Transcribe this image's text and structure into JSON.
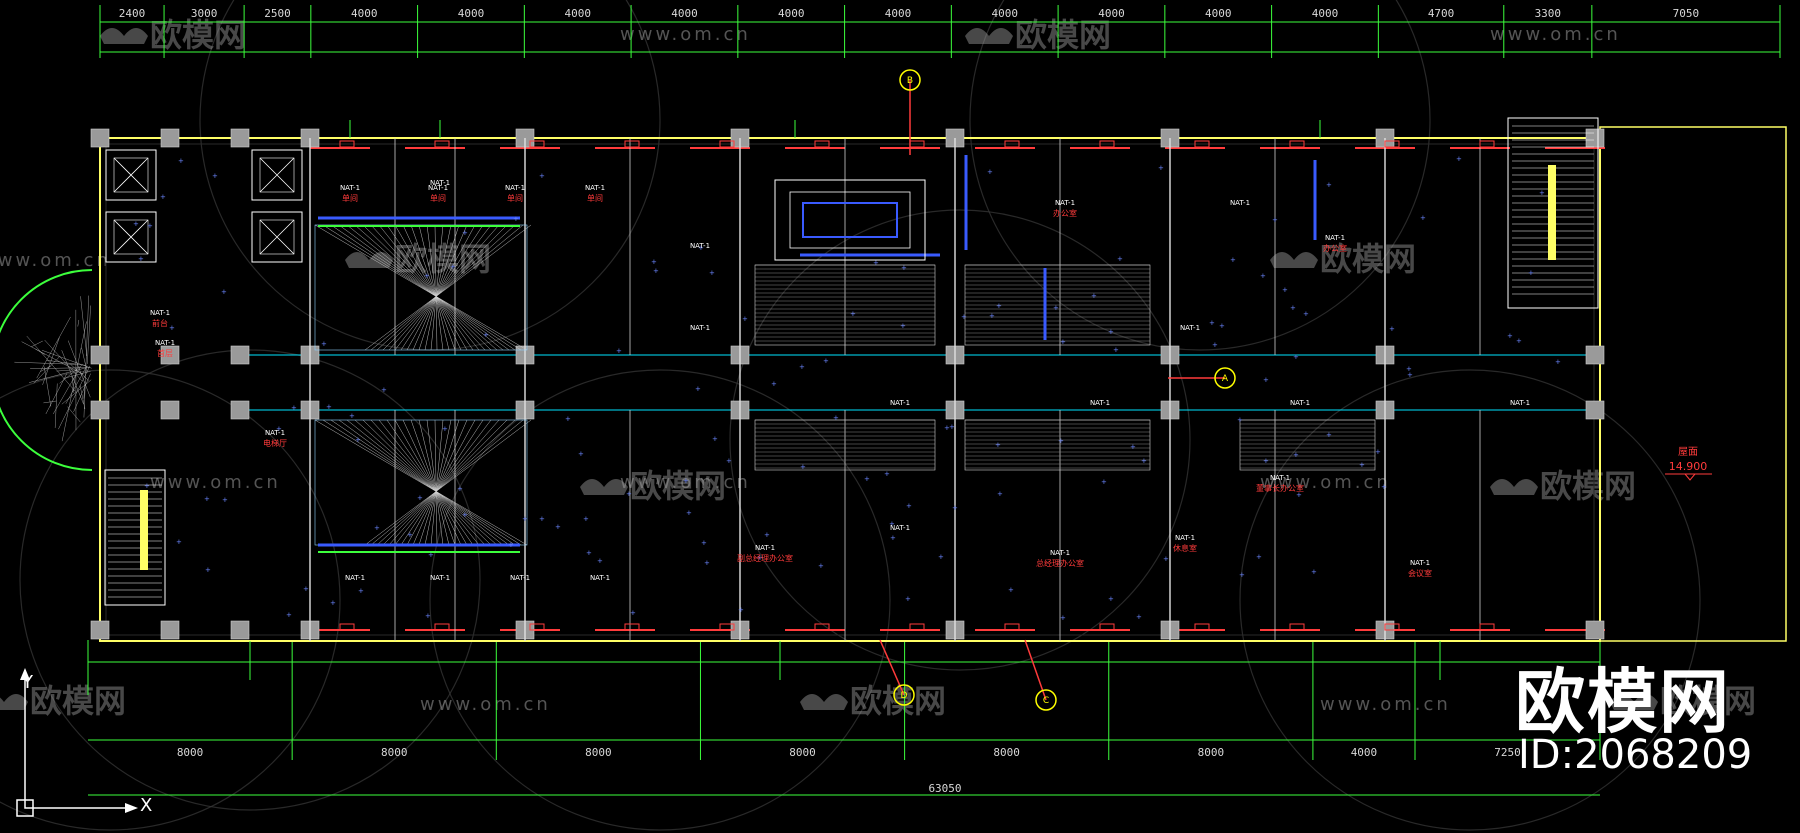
{
  "drawing": {
    "top_dimensions": [
      "2400",
      "3000",
      "2500",
      "4000",
      "4000",
      "4000",
      "4000",
      "4000",
      "4000",
      "4000",
      "4000",
      "4000",
      "4000",
      "4700",
      "3300",
      "7050"
    ],
    "bottom_dimensions": [
      "8000",
      "8000",
      "8000",
      "8000",
      "8000",
      "8000",
      "4000",
      "7250"
    ],
    "overall_dimension": "63050",
    "elevation_label": "屋面",
    "elevation_value": "14.900",
    "axis_x": "X",
    "axis_y": "Y",
    "section_markers": [
      "B",
      "A",
      "C",
      "D"
    ],
    "room_tag": "NAT-1",
    "room_labels": [
      "首层",
      "单间",
      "单间",
      "单间",
      "单间",
      "办公室",
      "办公室",
      "电梯厅",
      "副总经理办公室",
      "总经理办公室",
      "董事长办公室",
      "休息室",
      "会议室",
      "前台"
    ],
    "colors": {
      "background": "#000000",
      "wall": "#ffff66",
      "dimension": "#3cff3c",
      "annotation": "#ff3b3b",
      "fixture": "#3a5bff",
      "column": "#9a9a9a"
    }
  },
  "watermark": {
    "url_text": "www.om.cn",
    "cn_text": "欧模网",
    "brand_big": "欧模网",
    "brand_id": "ID:2068209"
  }
}
